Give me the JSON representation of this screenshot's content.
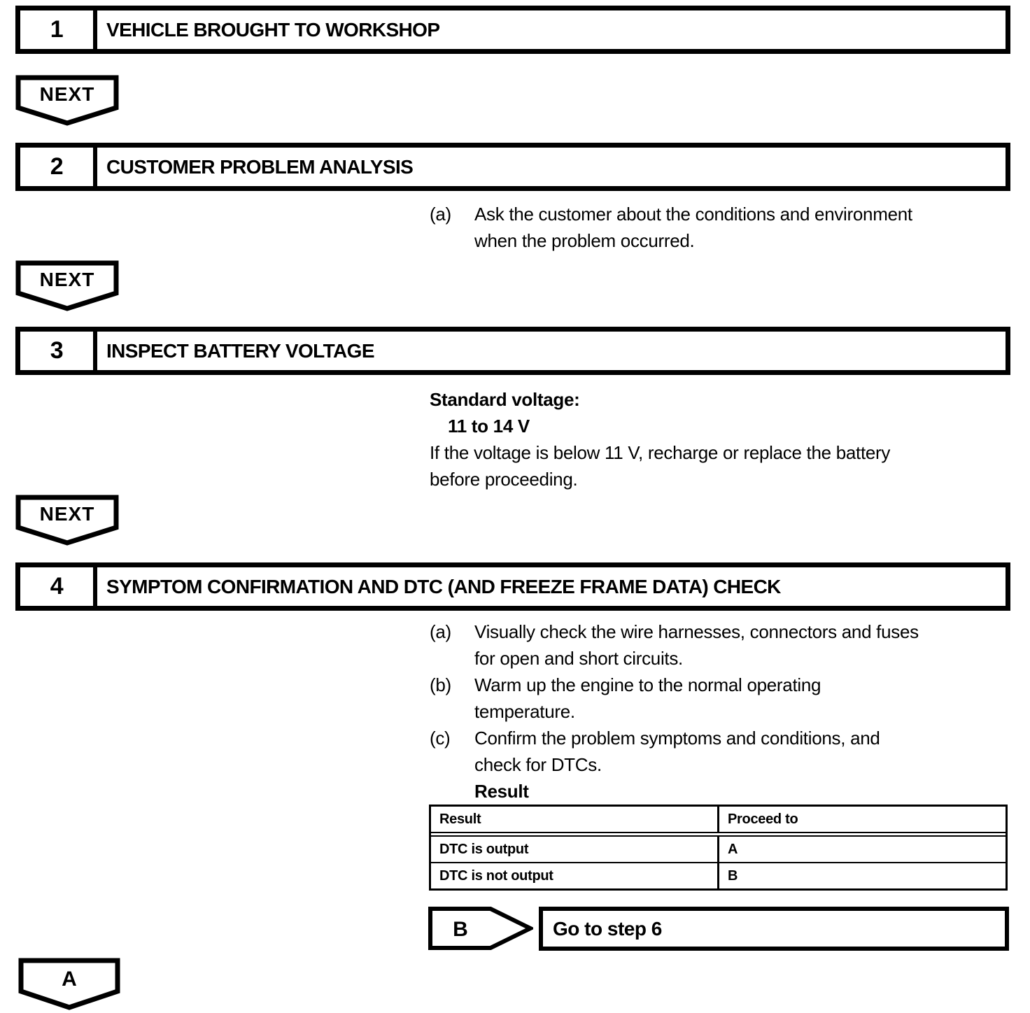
{
  "page": {
    "background": "#ffffff",
    "ink": "#000000"
  },
  "labels": {
    "next": "NEXT"
  },
  "steps": [
    {
      "number": "1",
      "title": "VEHICLE BROUGHT TO WORKSHOP"
    },
    {
      "number": "2",
      "title": "CUSTOMER PROBLEM ANALYSIS"
    },
    {
      "number": "3",
      "title": "INSPECT BATTERY VOLTAGE"
    },
    {
      "number": "4",
      "title": "SYMPTOM CONFIRMATION AND DTC (AND FREEZE FRAME DATA) CHECK"
    }
  ],
  "step2": {
    "items": [
      {
        "marker": "(a)",
        "lines": [
          "Ask the customer about the conditions and environment",
          "when the problem occurred."
        ]
      }
    ]
  },
  "step3": {
    "spec_heading": "Standard voltage:",
    "spec_value": "11 to 14 V",
    "note_lines": [
      "If the voltage is below 11 V, recharge or replace the battery",
      "before proceeding."
    ]
  },
  "step4": {
    "items": [
      {
        "marker": "(a)",
        "lines": [
          "Visually check the wire harnesses, connectors and fuses",
          "for open and short circuits."
        ]
      },
      {
        "marker": "(b)",
        "lines": [
          "Warm up the engine to the normal operating",
          "temperature."
        ]
      },
      {
        "marker": "(c)",
        "lines": [
          "Confirm the problem symptoms and conditions, and",
          "check for DTCs."
        ]
      }
    ],
    "result_label": "Result",
    "table": {
      "headers": [
        "Result",
        "Proceed to"
      ],
      "rows": [
        [
          "DTC is output",
          "A"
        ],
        [
          "DTC is not output",
          "B"
        ]
      ]
    },
    "branch": {
      "label": "B",
      "action": "Go to step 6"
    }
  },
  "connector_a": {
    "label": "A"
  }
}
